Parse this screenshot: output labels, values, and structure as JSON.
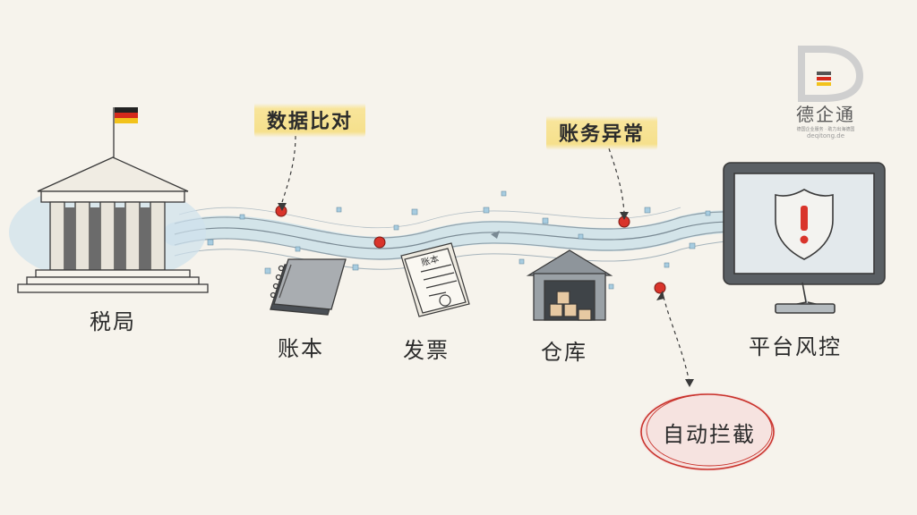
{
  "labels": {
    "tax_office": "税局",
    "ledger": "账本",
    "invoice": "发票",
    "warehouse": "仓库",
    "platform_risk_control": "平台风控"
  },
  "callouts": {
    "data_comparison": "数据比对",
    "account_anomaly": "账务异常",
    "auto_block": "自动拦截"
  },
  "document": {
    "header_text": "账本"
  },
  "logo": {
    "name": "德企通",
    "tagline": "德国企业服务 · 助力出海德国",
    "url": "deqitong.de"
  },
  "colors": {
    "flow": "#9ec8dc",
    "alert_red": "#d9342b",
    "highlighter": "#f6de82",
    "ink": "#3a3a3a"
  }
}
